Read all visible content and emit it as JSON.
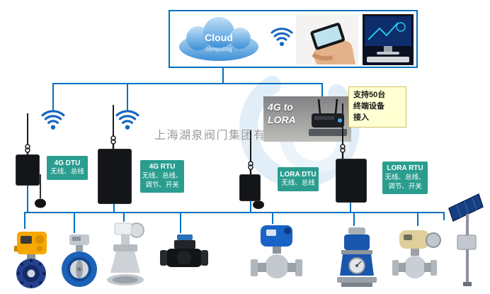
{
  "colors": {
    "line_blue": "#0070C0",
    "label_teal": "#2a9d8f",
    "note_yellow": "#ffffd2",
    "top_box_border": "#0070C0"
  },
  "cloud": {
    "title": "Cloud",
    "subtitle": "computing"
  },
  "watermark": {
    "company": "上海湖泉阀门集团有限公司"
  },
  "gateway": {
    "line1": "4G to",
    "line2": "LORA"
  },
  "capacity_note": {
    "line1": "支持50台",
    "line2": "终端设备",
    "line3": "接入"
  },
  "device_labels": {
    "dtu4g": {
      "title": "4G DTU",
      "line1": "无线、总线"
    },
    "rtu4g": {
      "title": "4G RTU",
      "line1": "无线、总线、",
      "line2": "调节、开关"
    },
    "loradtu": {
      "title": "LORA DTU",
      "line1": "无线、总线"
    },
    "lorartu": {
      "title": "LORA RTU",
      "line1": "无线、总线、",
      "line2": "调节、开关"
    }
  },
  "icons": {
    "wifi": "wifi-signal-icon",
    "cloud": "cloud-computing-icon",
    "phone": "hand-holding-phone-photo",
    "monitor": "desktop-computer-photo",
    "router": "gateway-router-photo",
    "antenna": "whip-antenna-icon",
    "products": [
      "electric-butterfly-valve",
      "wafer-butterfly-valve",
      "gate-valve",
      "black-ball-valve",
      "electric-ball-valve-blue",
      "control-valve-gauge",
      "actuator-ball-valve-beige",
      "solar-power-pole"
    ]
  }
}
